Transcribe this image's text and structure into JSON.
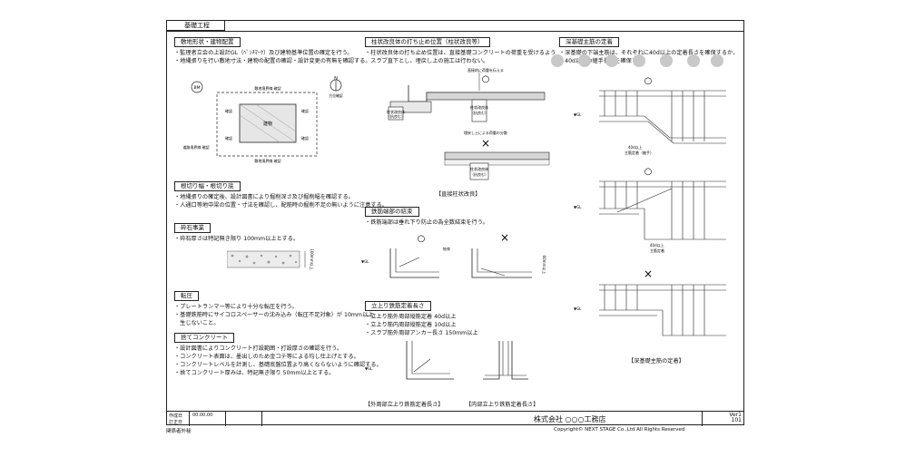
{
  "sheet_title": "基礎工程",
  "left_column": {
    "site": {
      "title": "敷地形状・建物配置",
      "items": [
        "・監理者立会の上設計GL（ﾍﾞﾝﾁﾏｰｸ）及び建物基準位置の確定を行う。",
        "・地縄張りを行い敷地寸法・建物の配置の確認・設計変更の有無を確認する。"
      ],
      "labels": {
        "bm": "BM",
        "north": "N",
        "north_sub": "方位確認",
        "building": "建物",
        "top_boundary": "敷地境界線 確認",
        "bottom_boundary": "敷地境界線 確認",
        "road_boundary": "道路境界線 確認",
        "confirm": "確認"
      }
    },
    "excavation": {
      "title": "根切り幅・根切り底",
      "items": [
        "・地縄張りの確定後、設計図書により掘削深さ及び掘削幅を確認する。",
        "・人通口等地中梁の位置・寸法を確認し、配筋時の掘削不足の無いように注意する。"
      ]
    },
    "gravel": {
      "title": "砕石事業",
      "items": [
        "・砕石厚さは特記無き限り 100mm以上とする。"
      ],
      "dim": "100mm以上"
    },
    "compaction": {
      "title": "転圧",
      "items": [
        "・プレートランマー等により十分な転圧を行う。",
        "・基礎鉄筋時にサイコロスペーサーの沈み込み（転圧不足対象）が 10mm以上",
        "　生じないこと。"
      ]
    },
    "concrete": {
      "title": "捨てコンクリート",
      "items": [
        "・設計図書によりコンクリート打設範囲・打設厚さの確認を行う。",
        "・コンクリート表面は、墨出しのため金コテ等による均し仕上げとする。",
        "・コンクリートレベルを計測し、基礎底盤位置より高くならないように確認する。",
        "・捨てコンクリート厚みは、特記無き限り 50mm以上とする。"
      ]
    }
  },
  "middle_column": {
    "pile": {
      "title": "柱状改良体の打ち止め位置（柱状改良等）",
      "items": [
        "・柱状改良体の打ち止め位置は、直接基礎コンクリートの荷重を受けるよう",
        "　スラブ直下とし、埋戻し上の施工は行わない。"
      ],
      "ok_note": "直接的に荷重を伝える",
      "ng_note": "埋戻し土による荷重の分散",
      "pile_label": "柱状改良体",
      "pile_sub": "（抗良む）",
      "caption": "【直接柱状改良】"
    },
    "rebar_end": {
      "title": "鉄筋端部の結束",
      "items": [
        "・鉄筋端部は垂れ下り防止の為全数結束を行う。"
      ],
      "tie_label": "結束",
      "gl": "▼GL",
      "dim": "60mm以上"
    },
    "rebar_anchor": {
      "title": "立上り鉄筋定着長さ",
      "items": [
        "・立上り筋外周部縦筋定着 40d以上",
        "・立上り筋内周部縦筋定着 10d以上",
        "・スラブ筋外周部アンカー長さ 150mm以上"
      ],
      "gl": "▼GL",
      "caption_outer": "【外周部立上り鉄筋定着長さ】",
      "caption_inner": "【内部立上り鉄筋定着長さ】"
    }
  },
  "right_column": {
    "deep": {
      "title": "深基礎主筋の定着",
      "items": [
        "・深基礎の下端主筋は、それぞれに40d以上の定着長さを確保するか、",
        "　40d以上の継手長さを確保する。"
      ],
      "gl": "▼GL",
      "dim1": "40d以上",
      "dim1_sub": "主筋定着（継手）",
      "dim2": "40d以上",
      "dim2_sub": "主筋定着",
      "caption": "【深基礎主筋の定着】"
    }
  },
  "marks": {
    "ok": "○",
    "ng": "×"
  },
  "footer": {
    "created_label": "作成日",
    "revised_label": "訂正日",
    "created_value": "00.00.00",
    "company": "株式会社 ○○○工務店",
    "version_label": "Ver1",
    "version_number": "101",
    "copyright": "Copyright© NEXT STAGE Co.,Ltd All Rights Reserved",
    "note": "関係者外秘"
  }
}
